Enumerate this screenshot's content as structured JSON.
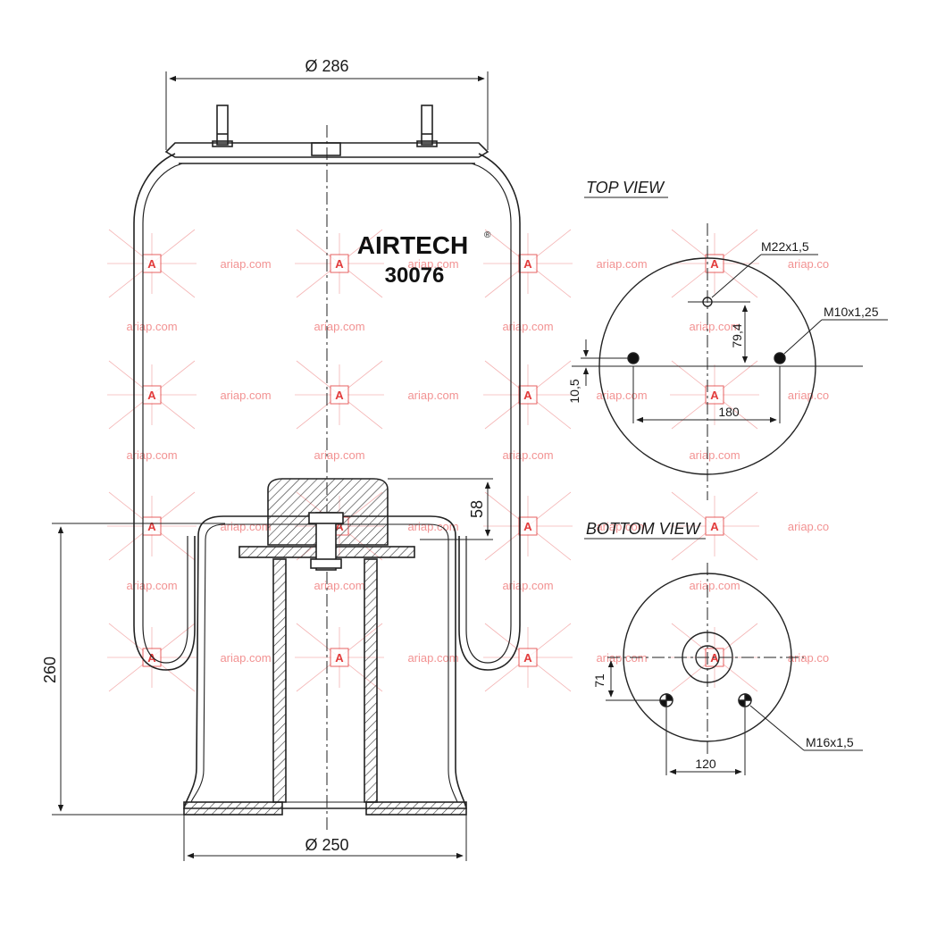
{
  "main_view": {
    "top_diameter": "Ø 286",
    "bottom_diameter": "Ø 250",
    "height": "260",
    "piston_height": "58",
    "brand": "AIRTECH",
    "part_number": "30076"
  },
  "top_view": {
    "title": "TOP VIEW",
    "center_thread": "M22x1,5",
    "side_thread": "M10x1,25",
    "center_offset": "79,4",
    "bolt_spacing": "180",
    "bolt_offset": "10,5"
  },
  "bottom_view": {
    "title": "BOTTOM VIEW",
    "thread": "M16x1,5",
    "bolt_offset": "71",
    "bolt_spacing": "120"
  },
  "watermark": {
    "text": "ariap.com",
    "text_cut": "ariap.co",
    "letter": "A",
    "color": "#e23b3b"
  }
}
